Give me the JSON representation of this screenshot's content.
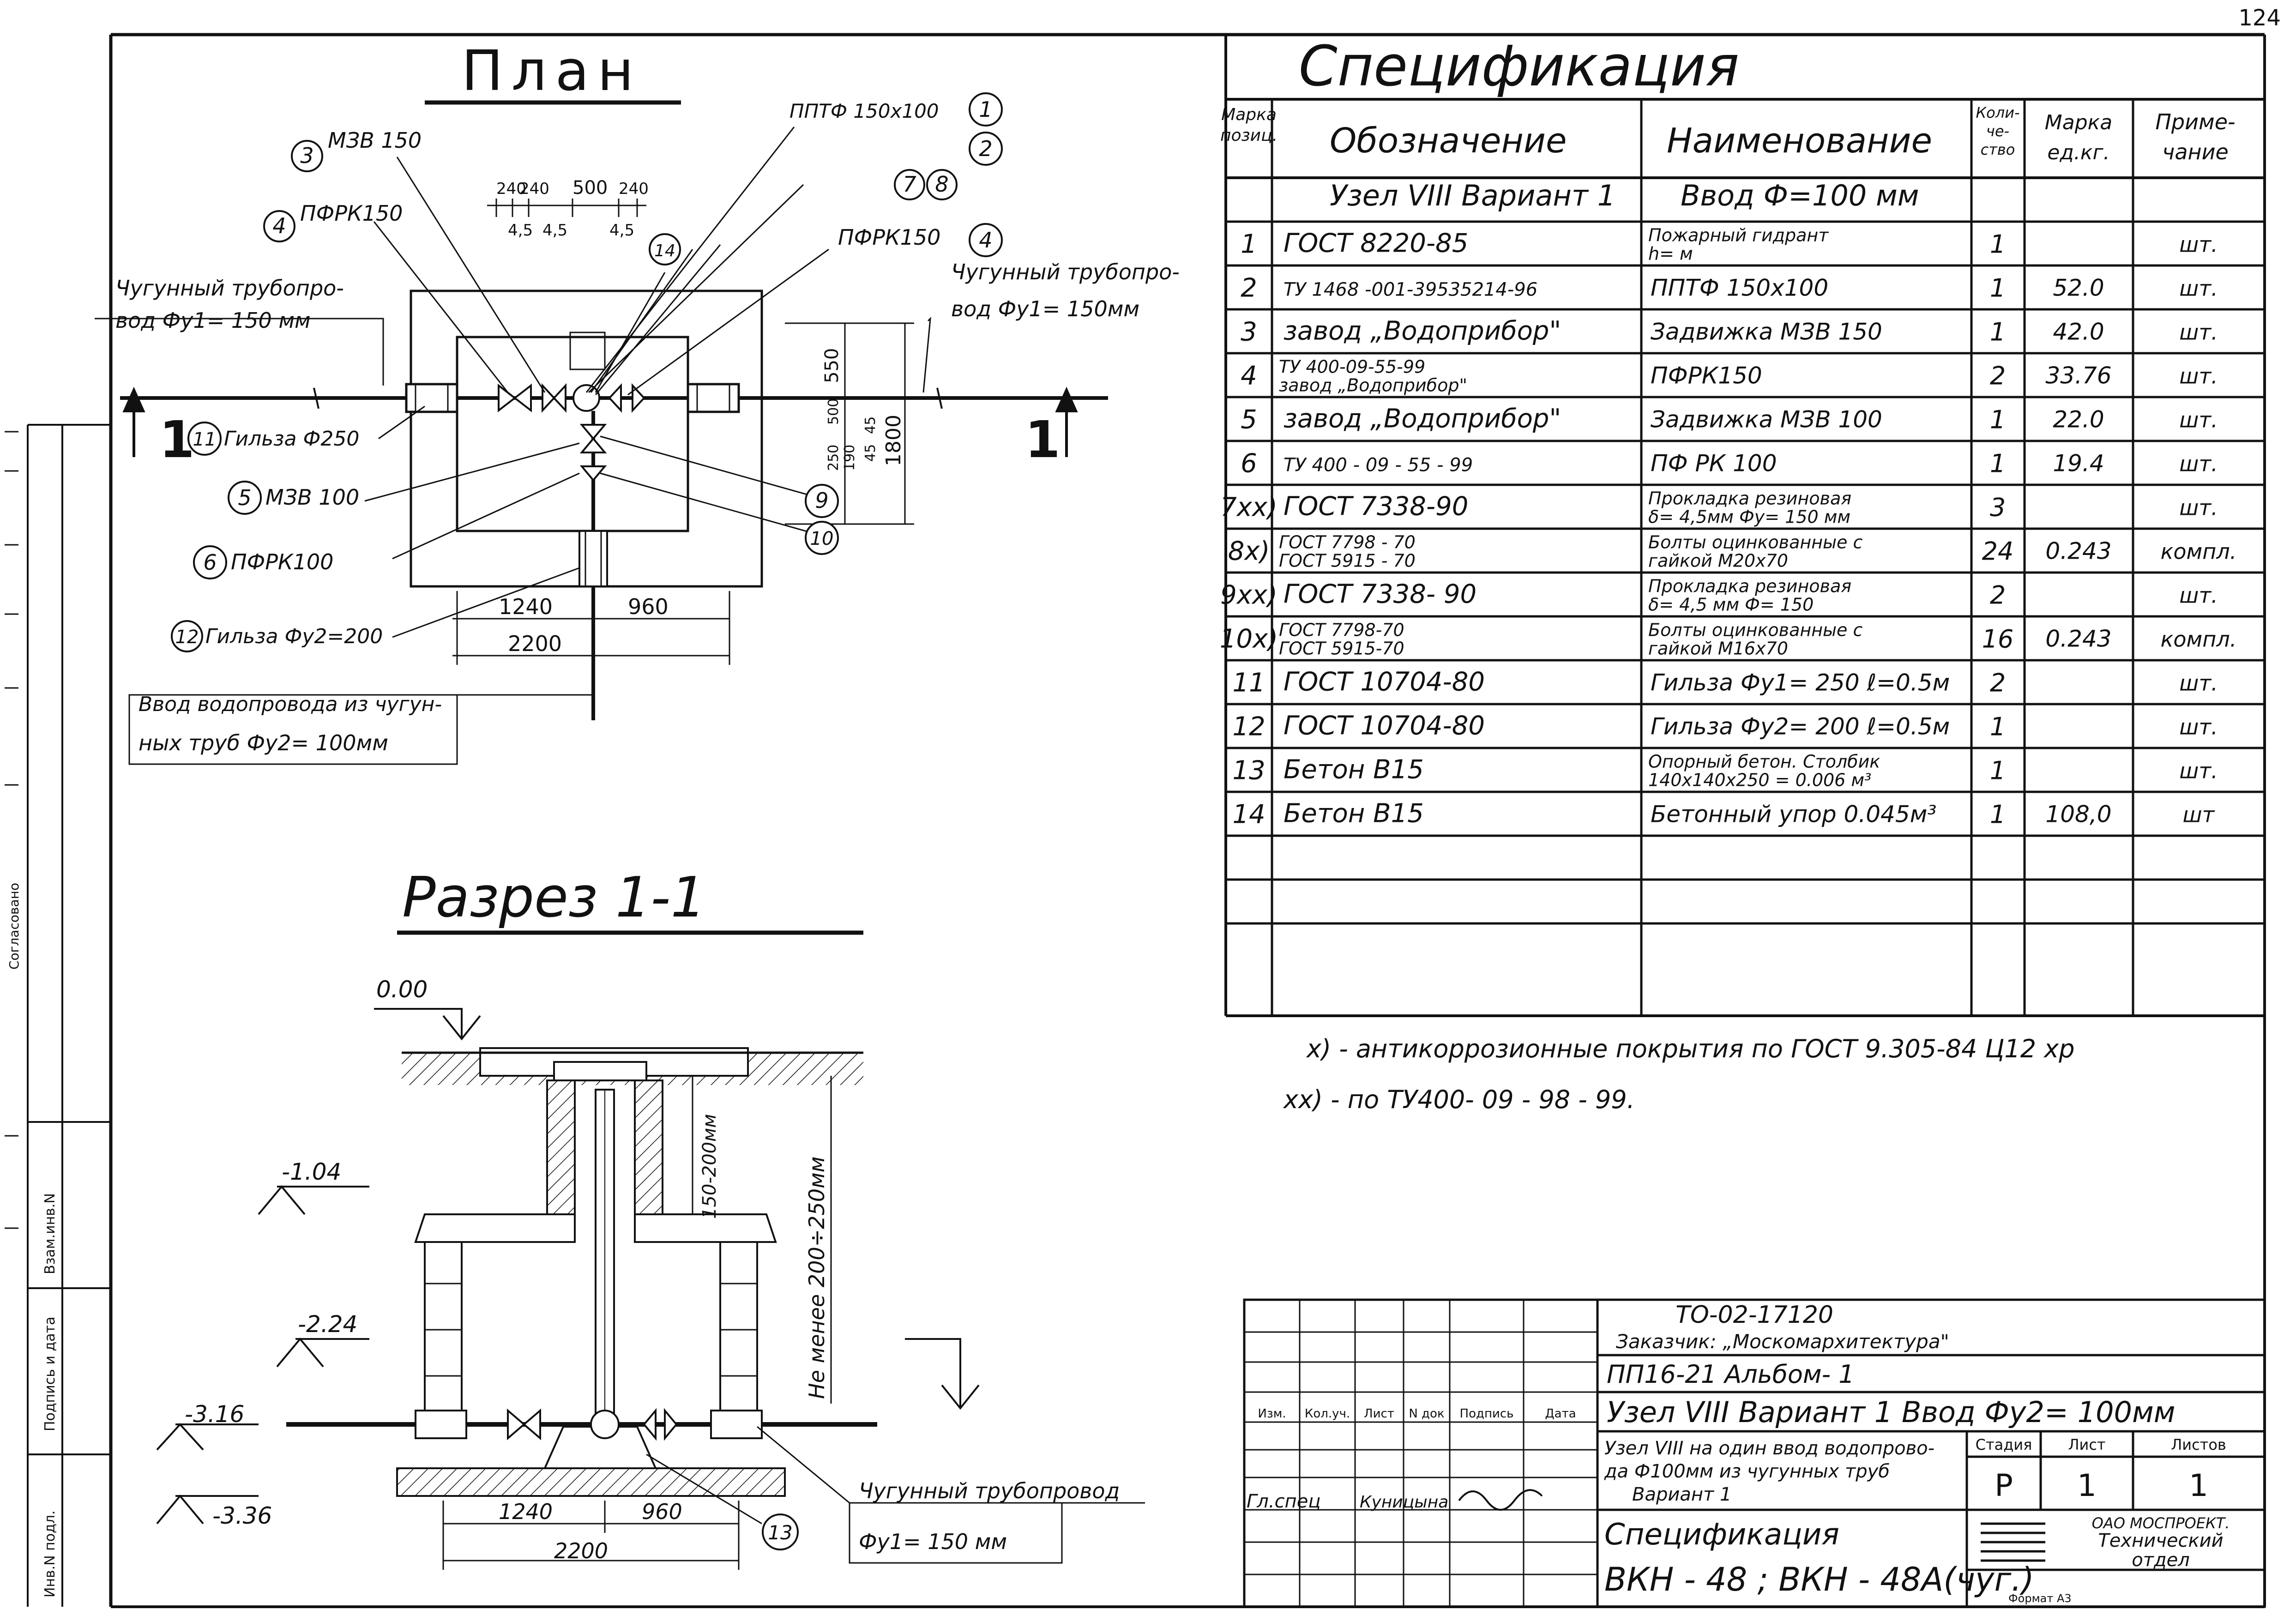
{
  "page_number": "124",
  "plan": {
    "title": "План",
    "callouts": {
      "c3": "3",
      "mzv150": "МЗВ 150",
      "c4": "4",
      "pfrk150_l": "ПФРК150",
      "pptf": "ППТФ 150х100",
      "c1": "1",
      "c2": "2",
      "c7": "7",
      "c8": "8",
      "c14": "14",
      "pfrk150_r": "ПФРК150",
      "c4b": "4",
      "pipe_left_1": "Чугунный трубопро-",
      "pipe_left_2": "вод  Фу1= 150 мм",
      "pipe_right_1": "Чугунный трубопро-",
      "pipe_right_2": "вод  Фу1= 150мм",
      "c11": "11",
      "gilza250": "Гильза Ф250",
      "c5": "5",
      "mzv100": "МЗВ 100",
      "c6": "6",
      "pfrk100": "ПФРК100",
      "c12": "12",
      "gilza200": "Гильза Фу2=200",
      "c9": "9",
      "c10": "10",
      "vvod_1": "Ввод водопровода из чугун-",
      "vvod_2": "ных труб  Фу2= 100мм",
      "section_mark": "1"
    },
    "dims": {
      "d240a": "240",
      "d240b": "240",
      "d500": "500",
      "d240c": "240",
      "d45a": "4,5",
      "d45b": "4,5",
      "d45c": "4,5",
      "d550": "550",
      "d500v": "500",
      "d250": "250",
      "d190": "190",
      "d45v1": "45",
      "d45v2": "45",
      "d1800": "1800",
      "d1240": "1240",
      "d960": "960",
      "d2200": "2200"
    }
  },
  "section": {
    "title": "Разрез 1-1",
    "levels": {
      "l000": "0.00",
      "l104": "-1.04",
      "l224": "-2.24",
      "l316": "-3.16",
      "l336": "-3.36"
    },
    "dims": {
      "d150": "150-200мм",
      "note": "Не менее  200÷250мм",
      "d1240": "1240",
      "d960": "960",
      "d2200": "2200"
    },
    "pipe_1": "Чугунный трубопровод",
    "pipe_2": "Фу1= 150 мм",
    "c13": "13"
  },
  "spec": {
    "title": "Спецификация",
    "headers": {
      "mark_1": "Марка",
      "mark_2": "позиц.",
      "designation": "Обозначение",
      "name": "Наименование",
      "qty_1": "Коли-",
      "qty_2": "че-",
      "qty_3": "ство",
      "mass_1": "Марка",
      "mass_2": "ед.кг.",
      "note_1": "Приме-",
      "note_2": "чание"
    },
    "group_designation": "Узел VIII Вариант 1",
    "group_name": "Ввод  Ф=100 мм",
    "rows": [
      {
        "pos": "1",
        "des1": "ГОСТ  8220-85",
        "des2": "",
        "name1": "Пожарный  гидрант",
        "name2": "h=       м",
        "qty": "1",
        "mass": "",
        "note": "шт."
      },
      {
        "pos": "2",
        "des1": "ТУ 1468 -001-39535214-96",
        "des2": "",
        "name1": "ППТФ 150х100",
        "name2": "",
        "qty": "1",
        "mass": "52.0",
        "note": "шт."
      },
      {
        "pos": "3",
        "des1": "завод „Водоприбор\"",
        "des2": "",
        "name1": "Задвижка  МЗВ 150",
        "name2": "",
        "qty": "1",
        "mass": "42.0",
        "note": "шт."
      },
      {
        "pos": "4",
        "des1": "ТУ 400-09-55-99",
        "des2": "завод „Водоприбор\"",
        "name1": "ПФРК150",
        "name2": "",
        "qty": "2",
        "mass": "33.76",
        "note": "шт."
      },
      {
        "pos": "5",
        "des1": "завод „Водоприбор\"",
        "des2": "",
        "name1": "Задвижка  МЗВ 100",
        "name2": "",
        "qty": "1",
        "mass": "22.0",
        "note": "шт."
      },
      {
        "pos": "6",
        "des1": "ТУ 400 - 09 - 55 - 99",
        "des2": "",
        "name1": "ПФ РК 100",
        "name2": "",
        "qty": "1",
        "mass": "19.4",
        "note": "шт."
      },
      {
        "pos": "7xx)",
        "des1": "ГОСТ  7338-90",
        "des2": "",
        "name1": "Прокладка  резиновая",
        "name2": "δ= 4,5мм  Фу= 150 мм",
        "qty": "3",
        "mass": "",
        "note": "шт."
      },
      {
        "pos": "8x)",
        "des1": "ГОСТ    7798 - 70",
        "des2": "ГОСТ    5915 - 70",
        "name1": "Болты оцинкованные с",
        "name2": "гайкой   М20х70",
        "qty": "24",
        "mass": "0.243",
        "note": "компл."
      },
      {
        "pos": "9xx)",
        "des1": "ГОСТ  7338- 90",
        "des2": "",
        "name1": "Прокладка  резиновая",
        "name2": "δ= 4,5 мм  Ф= 150",
        "qty": "2",
        "mass": "",
        "note": "шт."
      },
      {
        "pos": "10x)",
        "des1": "ГОСТ    7798-70",
        "des2": "ГОСТ    5915-70",
        "name1": "Болты оцинкованные с",
        "name2": "гайкой   М16х70",
        "qty": "16",
        "mass": "0.243",
        "note": "компл."
      },
      {
        "pos": "11",
        "des1": "ГОСТ  10704-80",
        "des2": "",
        "name1": "Гильза Фу1= 250  ℓ=0.5м",
        "name2": "",
        "qty": "2",
        "mass": "",
        "note": "шт."
      },
      {
        "pos": "12",
        "des1": "ГОСТ  10704-80",
        "des2": "",
        "name1": "Гильза Фу2= 200  ℓ=0.5м",
        "name2": "",
        "qty": "1",
        "mass": "",
        "note": "шт."
      },
      {
        "pos": "13",
        "des1": "Бетон  В15",
        "des2": "",
        "name1": "Опорный бетон. Столбик",
        "name2": "140х140х250    = 0.006 м³",
        "qty": "1",
        "mass": "",
        "note": "шт."
      },
      {
        "pos": "14",
        "des1": "Бетон  В15",
        "des2": "",
        "name1": "Бетонный упор  0.045м³",
        "name2": "",
        "qty": "1",
        "mass": "108,0",
        "note": "шт"
      }
    ],
    "footnote_1": "x) - антикоррозионные  покрытия  по ГОСТ 9.305-84   Ц12 хр",
    "footnote_2": "xx) - по ТУ400- 09 - 98 - 99."
  },
  "left_strip": {
    "inv": "Инв.N подл.",
    "podpis": "Подпись и дата",
    "vzam": "Взам.инв.N",
    "sogl": "Согласовано"
  },
  "title_block": {
    "code": "ТО-02-17120",
    "customer": "Заказчик: „Москомархитектура\"",
    "album": "ПП16-21    Альбом- 1",
    "node": "Узел VIII Вариант 1   Ввод  Фу2= 100мм",
    "hdr_izm": "Изм.",
    "hdr_kol": "Кол.уч.",
    "hdr_list": "Лист",
    "hdr_ndok": "N док",
    "hdr_podpis": "Подпись",
    "hdr_data": "Дата",
    "desc_1": "Узел VIII на один ввод водопрово-",
    "desc_2": "да Ф100мм из чугунных труб",
    "desc_3": "Вариант 1",
    "stage_h": "Стадия",
    "sheet_h": "Лист",
    "sheets_h": "Листов",
    "stage": "Р",
    "sheet": "1",
    "sheets": "1",
    "role": "Гл.спец",
    "person": "Куницына",
    "spec": "Спецификация",
    "drawing": "ВКН - 48 ; ВКН - 48А(чуг.)",
    "org_1": "ОАО МОСПРОЕКТ.",
    "org_2": "Технический",
    "org_3": "отдел",
    "format": "Формат А3"
  }
}
